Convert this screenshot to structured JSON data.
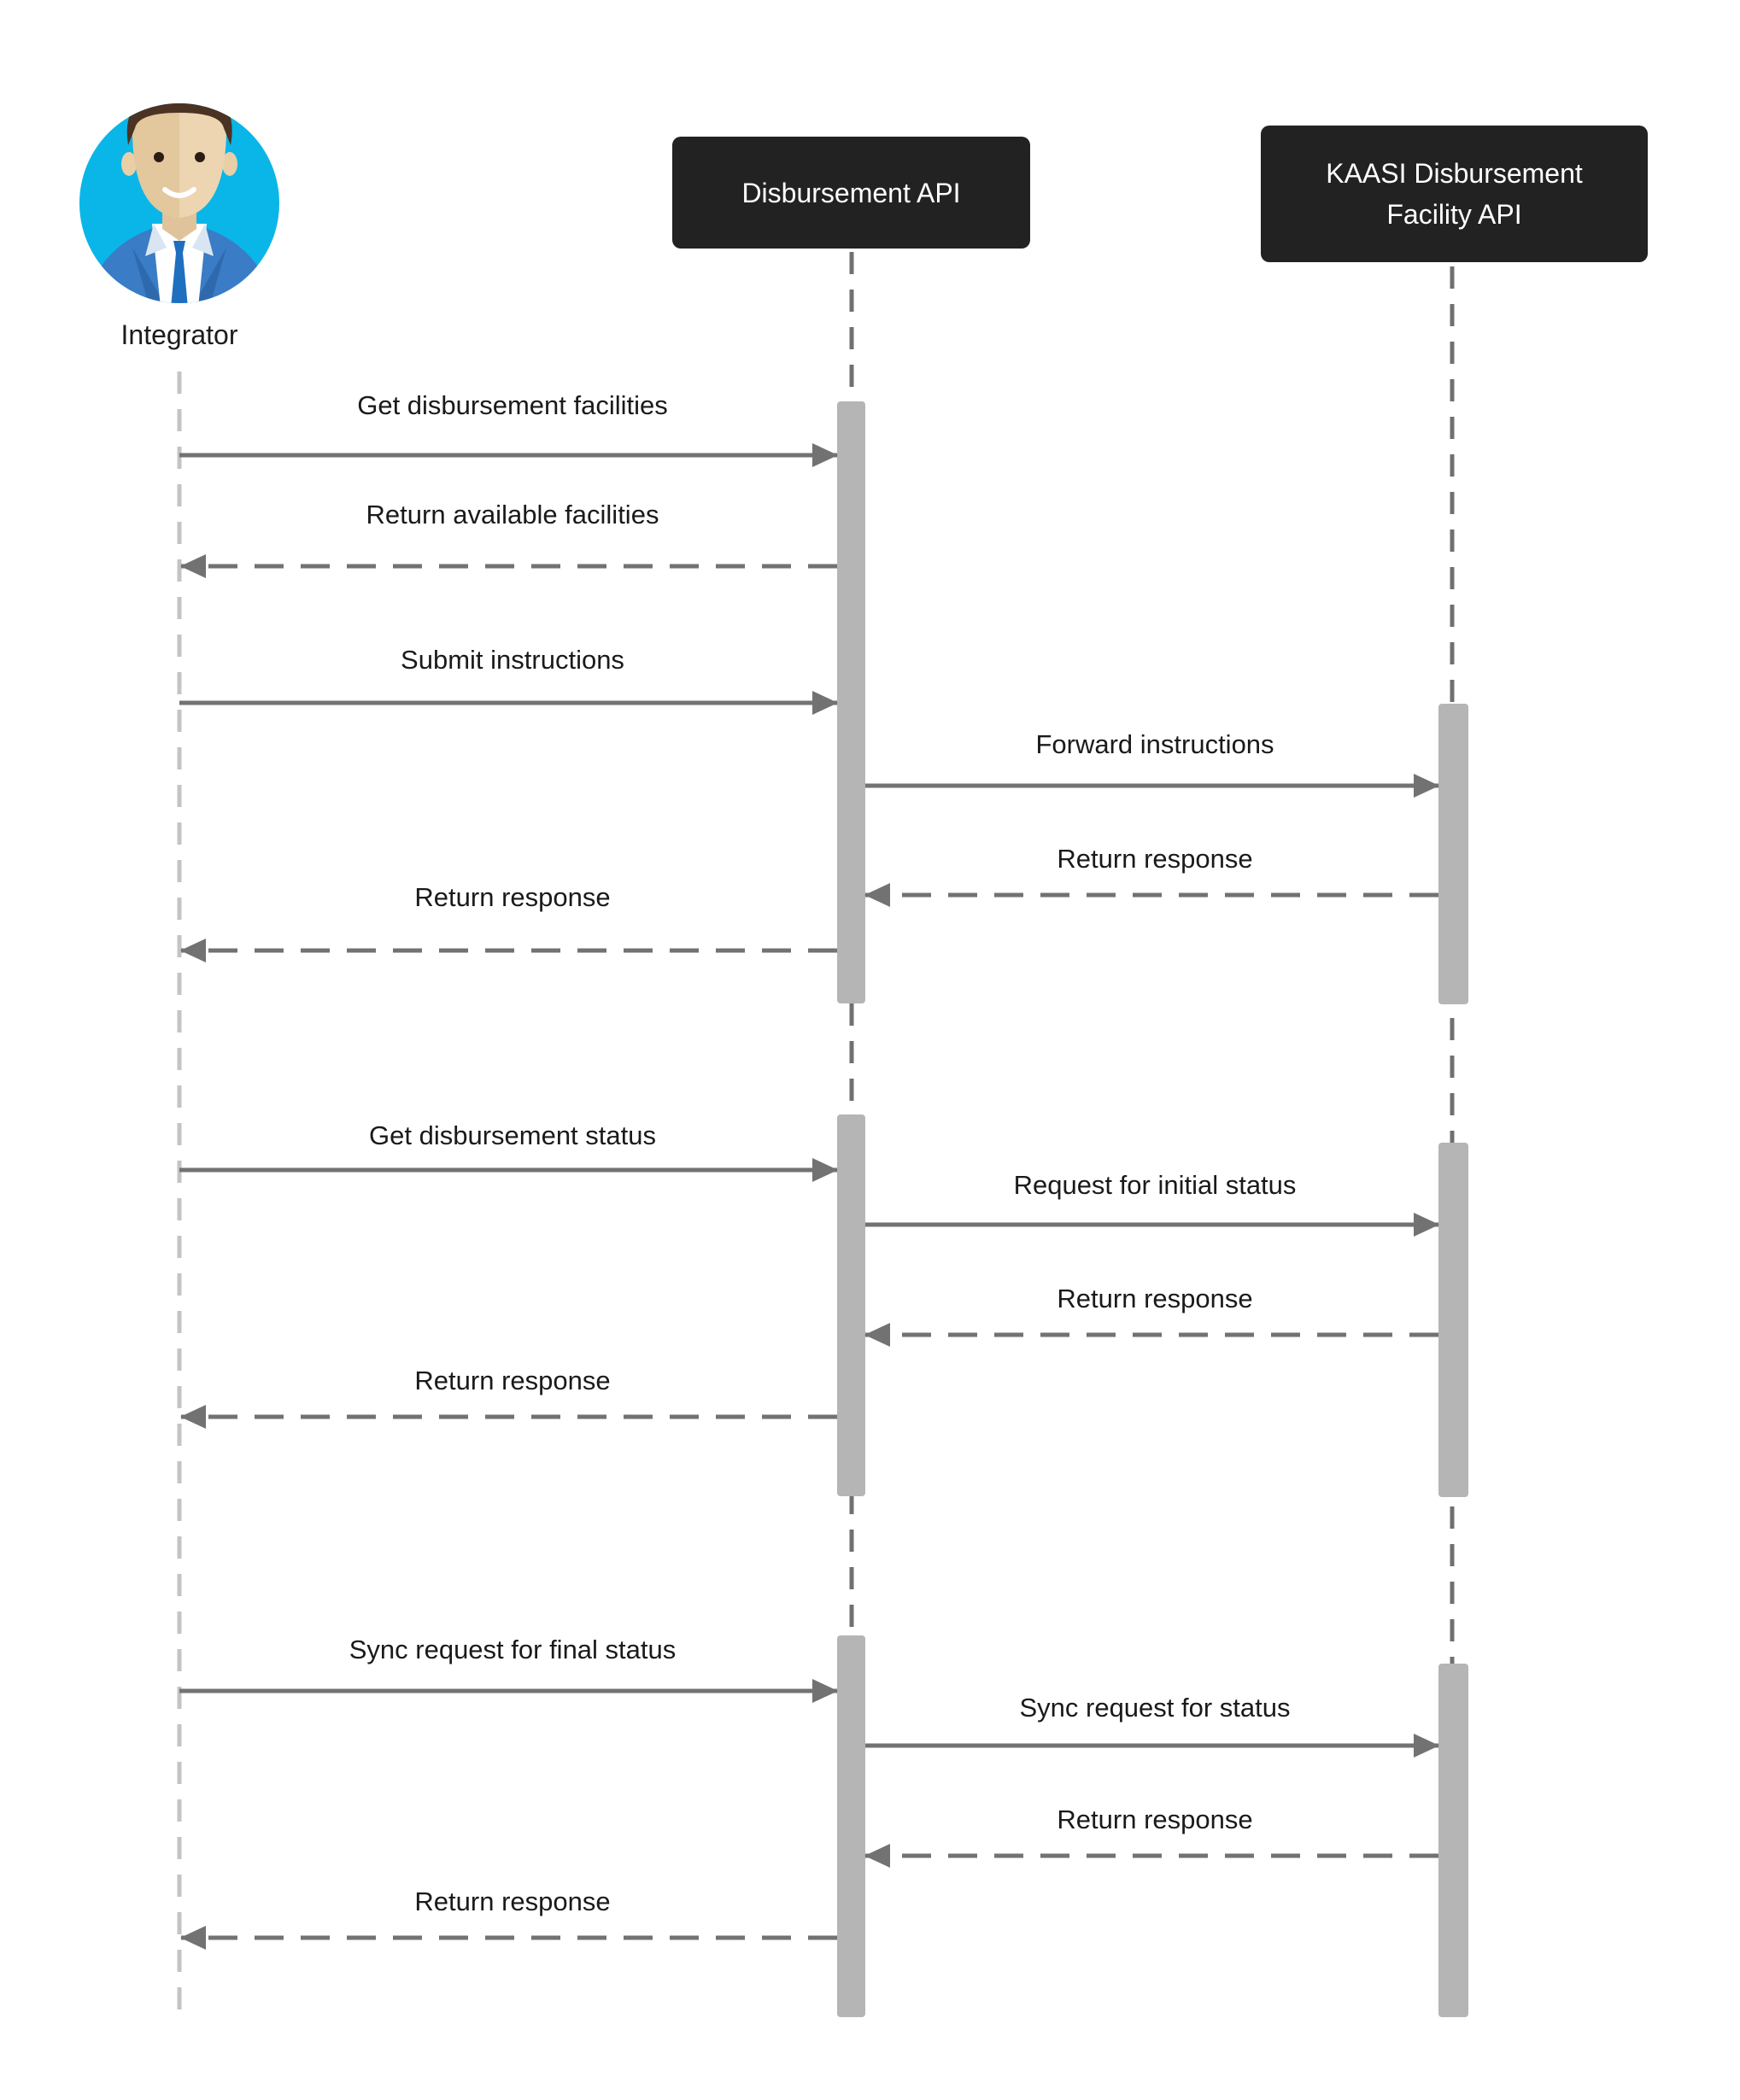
{
  "participants": {
    "integrator": {
      "label": "Integrator"
    },
    "disbursement_api": {
      "label": "Disbursement API"
    },
    "kaasi_api": {
      "label_line1": "KAASI Disbursement",
      "label_line2": "Facility API"
    }
  },
  "messages": [
    {
      "id": "get-facilities",
      "label": "Get disbursement facilities",
      "from": "integrator",
      "to": "disbursement_api",
      "style": "solid"
    },
    {
      "id": "return-facilities",
      "label": "Return available facilities",
      "from": "disbursement_api",
      "to": "integrator",
      "style": "dashed"
    },
    {
      "id": "submit-instructions",
      "label": "Submit instructions",
      "from": "integrator",
      "to": "disbursement_api",
      "style": "solid"
    },
    {
      "id": "forward-instructions",
      "label": "Forward instructions",
      "from": "disbursement_api",
      "to": "kaasi_api",
      "style": "solid"
    },
    {
      "id": "return-response-1",
      "label": "Return response",
      "from": "kaasi_api",
      "to": "disbursement_api",
      "style": "dashed"
    },
    {
      "id": "return-response-2",
      "label": "Return response",
      "from": "disbursement_api",
      "to": "integrator",
      "style": "dashed"
    },
    {
      "id": "get-status",
      "label": "Get disbursement status",
      "from": "integrator",
      "to": "disbursement_api",
      "style": "solid"
    },
    {
      "id": "request-initial-status",
      "label": "Request for initial status",
      "from": "disbursement_api",
      "to": "kaasi_api",
      "style": "solid"
    },
    {
      "id": "return-response-3",
      "label": "Return response",
      "from": "kaasi_api",
      "to": "disbursement_api",
      "style": "dashed"
    },
    {
      "id": "return-response-4",
      "label": "Return response",
      "from": "disbursement_api",
      "to": "integrator",
      "style": "dashed"
    },
    {
      "id": "sync-final-status",
      "label": "Sync request for final status",
      "from": "integrator",
      "to": "disbursement_api",
      "style": "solid"
    },
    {
      "id": "sync-status",
      "label": "Sync request for status",
      "from": "disbursement_api",
      "to": "kaasi_api",
      "style": "solid"
    },
    {
      "id": "return-response-5",
      "label": "Return response",
      "from": "kaasi_api",
      "to": "disbursement_api",
      "style": "dashed"
    },
    {
      "id": "return-response-6",
      "label": "Return response",
      "from": "disbursement_api",
      "to": "integrator",
      "style": "dashed"
    }
  ],
  "colors": {
    "box_bg": "#222222",
    "box_text": "#ffffff",
    "lifeline": "#707070",
    "integrator_lifeline": "#c4c4c4",
    "activation": "#b5b5b5",
    "arrow": "#727272",
    "avatar_bg": "#0ab6e8",
    "suit": "#3a7cc5"
  }
}
